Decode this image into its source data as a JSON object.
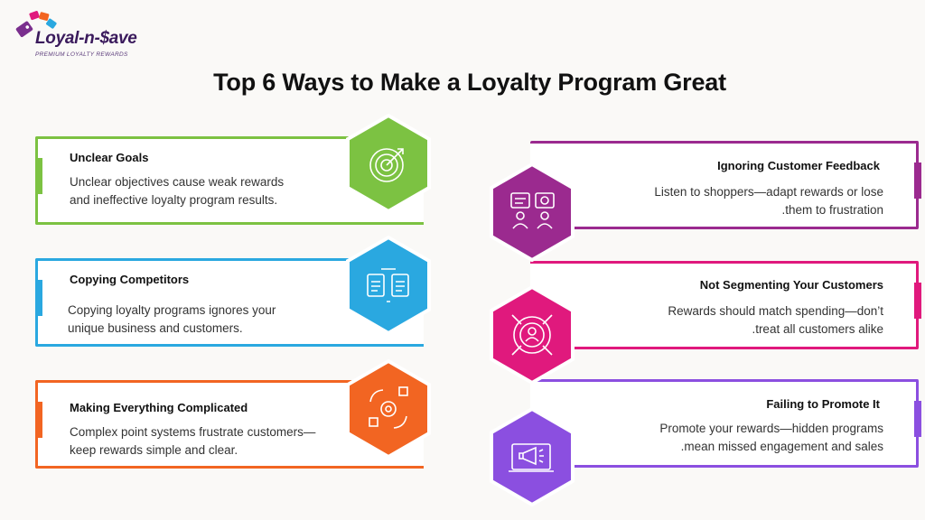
{
  "brand": {
    "name": "Loyal-n-$ave",
    "tagline": "PREMIUM LOYALTY REWARDS",
    "tag_colors": [
      "#e0197d",
      "#f26522",
      "#2aa8e0",
      "#7a2f8e"
    ]
  },
  "title": "Top 6 Ways to Make a Loyalty Program Great",
  "items": [
    {
      "title": "Unclear Goals",
      "lines": [
        "Unclear objectives cause weak rewards",
        "and ineffective loyalty program results."
      ],
      "color": "#7cc242",
      "icon": "target-icon"
    },
    {
      "title": "Copying Competitors",
      "lines": [
        "Copying loyalty programs ignores your",
        "unique business and customers."
      ],
      "color": "#2aa8e0",
      "icon": "document-compare-icon"
    },
    {
      "title": "Making Everything Complicated",
      "lines": [
        "Complex point systems frustrate customers—",
        "keep rewards simple and clear."
      ],
      "color": "#f26522",
      "icon": "complex-process-icon"
    },
    {
      "title": "Ignoring Customer Feedback",
      "lines": [
        "Listen to shoppers—adapt rewards or lose",
        ".them to frustration"
      ],
      "color": "#9b2a8f",
      "icon": "feedback-chat-icon"
    },
    {
      "title": "Not Segmenting Your Customers",
      "lines": [
        "Rewards should match spending—don’t",
        ".treat all customers alike"
      ],
      "color": "#e0197d",
      "icon": "customer-target-icon"
    },
    {
      "title": "Failing to Promote It",
      "lines": [
        "Promote your rewards—hidden programs",
        ".mean missed engagement and sales"
      ],
      "color": "#8b4fe0",
      "icon": "megaphone-icon"
    }
  ]
}
